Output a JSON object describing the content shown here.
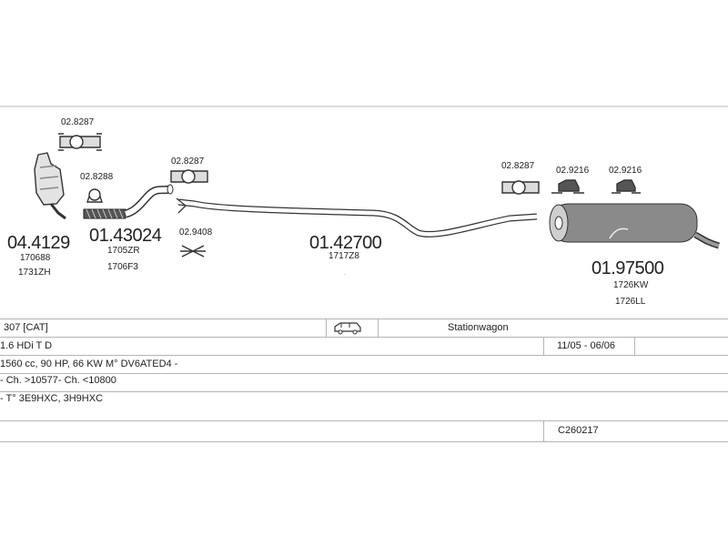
{
  "parts": {
    "cat_converter": {
      "number": "04.4129",
      "refs": [
        "170688",
        "1731ZH"
      ]
    },
    "front_pipe": {
      "number": "01.43024",
      "refs": [
        "1705ZR",
        "1706F3"
      ]
    },
    "middle_pipe": {
      "number": "01.42700",
      "refs": [
        "1717Z8"
      ]
    },
    "rear_silencer": {
      "number": "01.97500",
      "refs": [
        "1726KW",
        "1726LL"
      ]
    },
    "clamp_small": "02.8288",
    "clamp_a": "02.8287",
    "clamp_b": "02.8287",
    "clamp_c": "02.8287",
    "gasket": "02.9408",
    "hanger_a": "02.9216",
    "hanger_b": "02.9216"
  },
  "vehicle": {
    "model": "307  [CAT]",
    "body_icon": "car-icon",
    "body_type": "Stationwagon",
    "engine": "1.6 HDi T D",
    "years": "11/05 - 06/06",
    "spec": "1560 cc, 90 HP, 66 KW M° DV6ATED4 -",
    "chassis": "- Ch. >10577-  Ch. <10800",
    "type": "- T° 3E9HXC, 3H9HXC",
    "code": "C260217"
  }
}
